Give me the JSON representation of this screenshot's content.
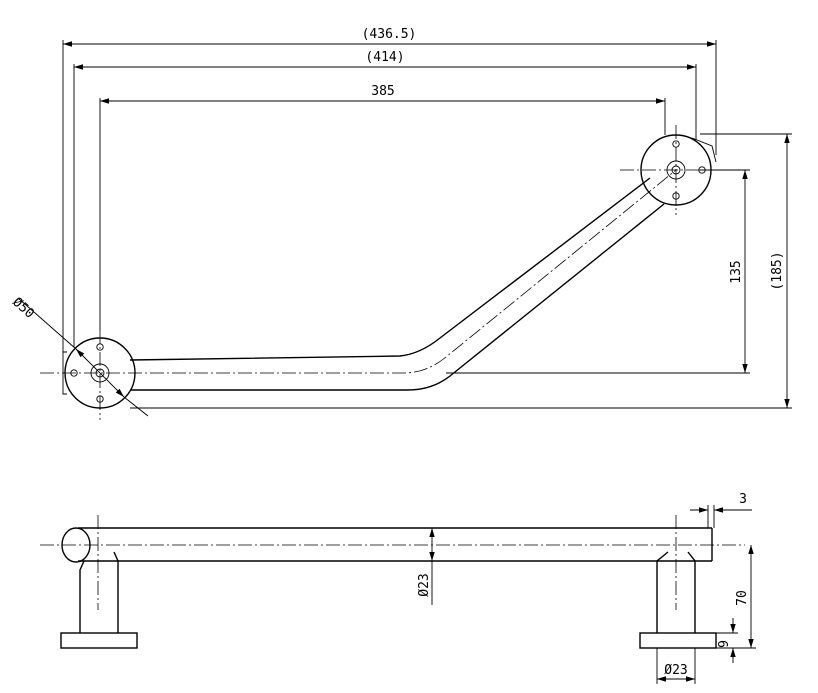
{
  "top_view": {
    "dimensions": {
      "overall_width": "(436.5)",
      "outer_width": "(414)",
      "center_width": "385",
      "rise": "135",
      "overall_height": "(185)",
      "flange_diameter": "Ø50"
    }
  },
  "side_view": {
    "dimensions": {
      "end_offset": "3",
      "tube_diameter": "Ø23",
      "height": "70",
      "base_thickness": "9",
      "post_diameter": "Ø23"
    }
  }
}
